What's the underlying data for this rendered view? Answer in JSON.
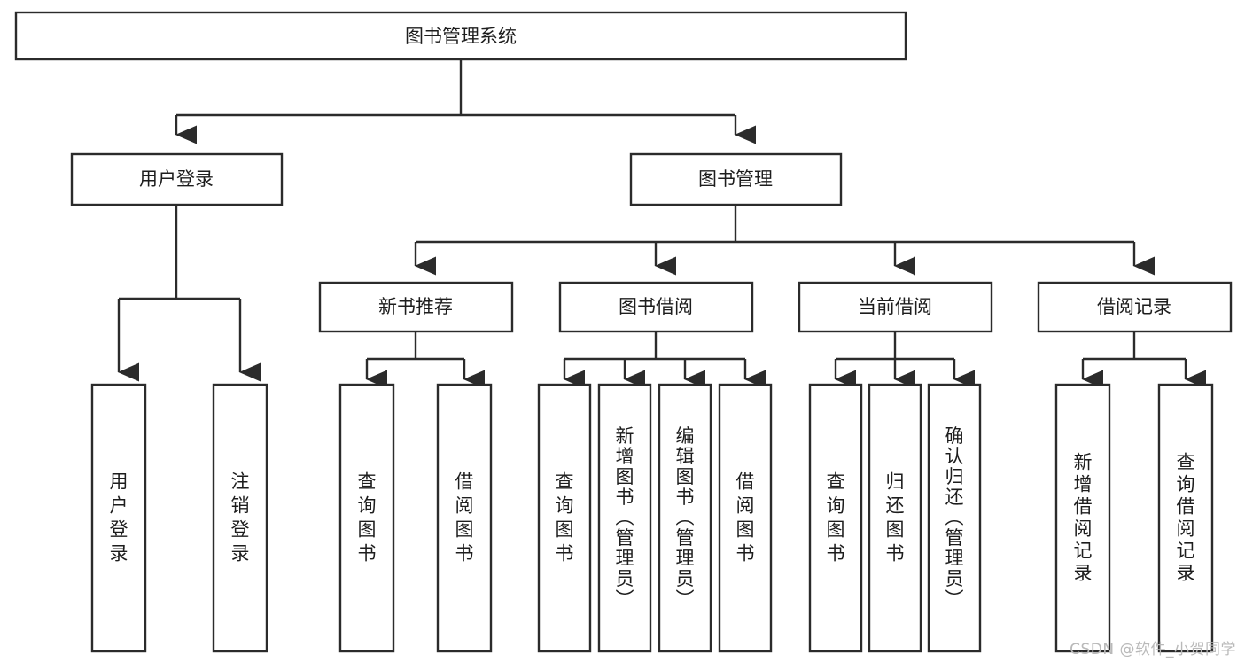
{
  "diagram": {
    "type": "tree-hierarchy",
    "title": "图书管理系统",
    "watermark": "CSDN @软件_小贺同学",
    "colors": {
      "stroke": "#2b2b2b",
      "fill": "#ffffff",
      "text": "#1d1d1d",
      "watermark": "#b9b9b9"
    },
    "root": {
      "label": "图书管理系统",
      "level": 0
    },
    "level1": [
      {
        "label": "用户登录"
      },
      {
        "label": "图书管理"
      }
    ],
    "level2": [
      {
        "label": "新书推荐",
        "parent": "图书管理"
      },
      {
        "label": "图书借阅",
        "parent": "图书管理"
      },
      {
        "label": "当前借阅",
        "parent": "图书管理"
      },
      {
        "label": "借阅记录",
        "parent": "图书管理"
      }
    ],
    "leaves": {
      "user_login": [
        {
          "label": "用户登录"
        },
        {
          "label": "注销登录"
        }
      ],
      "new_book_recommend": [
        {
          "label": "查询图书"
        },
        {
          "label": "借阅图书"
        }
      ],
      "book_borrow": [
        {
          "label": "查询图书"
        },
        {
          "label": "新增图书（管理员）"
        },
        {
          "label": "编辑图书（管理员）"
        },
        {
          "label": "借阅图书"
        }
      ],
      "current_borrow": [
        {
          "label": "查询图书"
        },
        {
          "label": "归还图书"
        },
        {
          "label": "确认归还（管理员）"
        }
      ],
      "borrow_record": [
        {
          "label": "新增借阅记录"
        },
        {
          "label": "查询借阅记录"
        }
      ]
    }
  }
}
